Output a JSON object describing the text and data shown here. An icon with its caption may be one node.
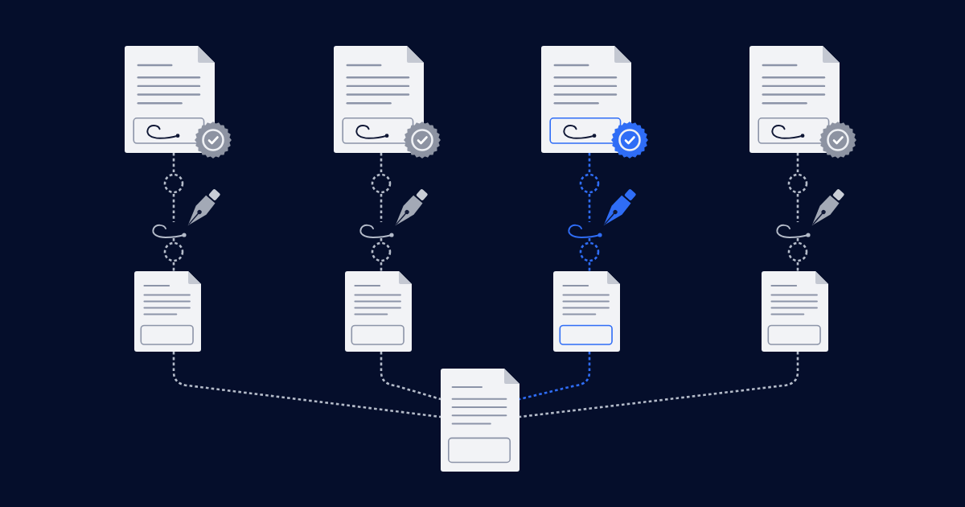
{
  "diagram": {
    "nodes": [
      {
        "text": [],
        "shape": "document"
      },
      {
        "text": [],
        "shape": "document"
      },
      {
        "text": [],
        "shape": "document"
      },
      {
        "text": [],
        "shape": "document"
      },
      {
        "text": [],
        "shape": "circle"
      },
      {
        "text": [],
        "shape": "circle"
      },
      {
        "text": [],
        "shape": "circle"
      },
      {
        "text": [],
        "shape": "circle"
      },
      {
        "text": [],
        "shape": "signature"
      },
      {
        "text": [],
        "shape": "signature"
      },
      {
        "text": [],
        "shape": "signature"
      },
      {
        "text": [],
        "shape": "signature"
      },
      {
        "text": [],
        "shape": "circle"
      },
      {
        "text": [],
        "shape": "circle"
      },
      {
        "text": [],
        "shape": "circle"
      },
      {
        "text": [],
        "shape": "circle"
      },
      {
        "text": [],
        "shape": "document"
      },
      {
        "text": [],
        "shape": "document"
      },
      {
        "text": [],
        "shape": "document"
      },
      {
        "text": [],
        "shape": "document"
      },
      {
        "text": [],
        "shape": "document"
      }
    ],
    "edges": [
      {
        "from": 0,
        "to": 4,
        "arrow": "none",
        "style": "dashed"
      },
      {
        "from": 4,
        "to": 8,
        "arrow": "none",
        "style": "dashed"
      },
      {
        "from": 8,
        "to": 12,
        "arrow": "none",
        "style": "dashed"
      },
      {
        "from": 12,
        "to": 16,
        "arrow": "none",
        "style": "dashed"
      },
      {
        "from": 1,
        "to": 5,
        "arrow": "none",
        "style": "dashed"
      },
      {
        "from": 5,
        "to": 9,
        "arrow": "none",
        "style": "dashed"
      },
      {
        "from": 9,
        "to": 13,
        "arrow": "none",
        "style": "dashed"
      },
      {
        "from": 13,
        "to": 17,
        "arrow": "none",
        "style": "dashed"
      },
      {
        "from": 2,
        "to": 6,
        "arrow": "none",
        "style": "dashed",
        "color": "#2f6df6"
      },
      {
        "from": 6,
        "to": 10,
        "arrow": "none",
        "style": "dashed",
        "color": "#2f6df6"
      },
      {
        "from": 10,
        "to": 14,
        "arrow": "none",
        "style": "dashed",
        "color": "#2f6df6"
      },
      {
        "from": 14,
        "to": 18,
        "arrow": "none",
        "style": "dashed",
        "color": "#2f6df6"
      },
      {
        "from": 3,
        "to": 7,
        "arrow": "none",
        "style": "dashed"
      },
      {
        "from": 7,
        "to": 11,
        "arrow": "none",
        "style": "dashed"
      },
      {
        "from": 11,
        "to": 15,
        "arrow": "none",
        "style": "dashed"
      },
      {
        "from": 15,
        "to": 19,
        "arrow": "none",
        "style": "dashed"
      },
      {
        "from": 16,
        "to": 20,
        "arrow": "none",
        "style": "dashed"
      },
      {
        "from": 17,
        "to": 20,
        "arrow": "none",
        "style": "dashed"
      },
      {
        "from": 18,
        "to": 20,
        "arrow": "none",
        "style": "dashed",
        "color": "#2f6df6"
      },
      {
        "from": 19,
        "to": 20,
        "arrow": "none",
        "style": "dashed"
      }
    ]
  }
}
